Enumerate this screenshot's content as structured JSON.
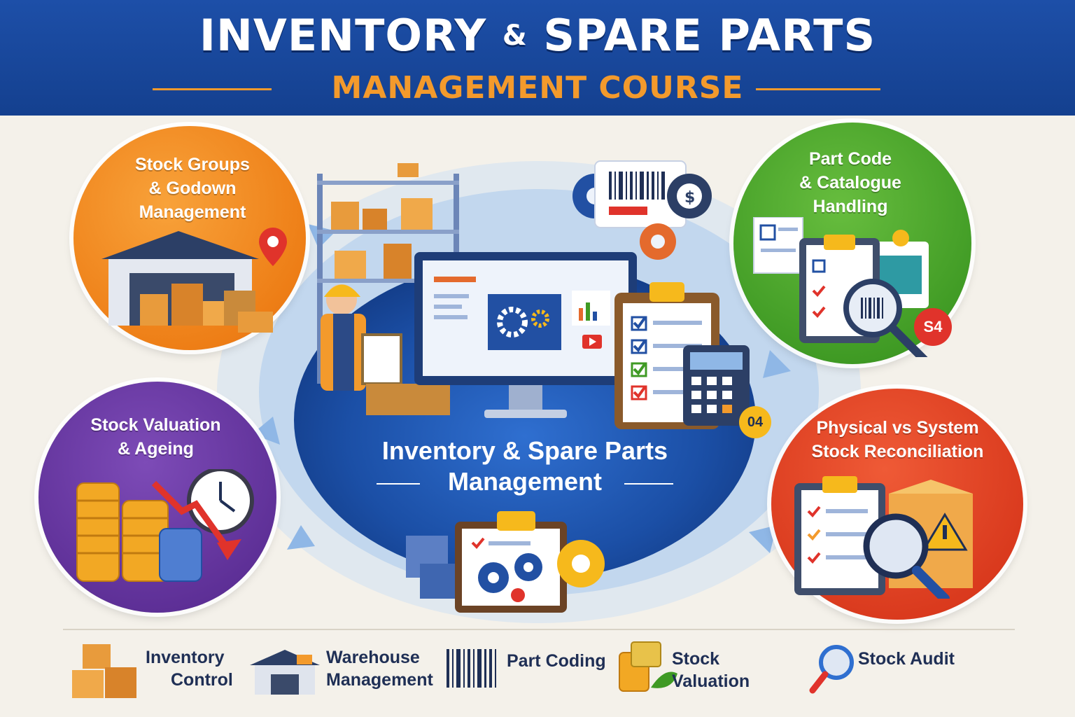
{
  "header": {
    "title_part1": "INVENTORY",
    "title_amp": "&",
    "title_part2": "SPARE PARTS",
    "subtitle": "MANAGEMENT COURSE"
  },
  "center": {
    "line1": "Inventory & Spare Parts",
    "line2": "Management"
  },
  "modules": [
    {
      "line1": "Stock Groups",
      "line2": "& Godown",
      "line3": "Management"
    },
    {
      "line1": "Part Code",
      "line2": "& Catalogue",
      "line3": "Handling"
    },
    {
      "line1": "Stock Valuation",
      "line2": "& Ageing"
    },
    {
      "line1": "Physical vs System",
      "line2": "Stock Reconciliation"
    }
  ],
  "badges": {
    "green_badge": "S4",
    "center_badge": "04"
  },
  "legend": [
    {
      "line1": "Inventory",
      "line2": "Control",
      "icon": "boxes-icon"
    },
    {
      "line1": "Warehouse",
      "line2": "Management",
      "icon": "warehouse-icon"
    },
    {
      "line1": "Part Coding",
      "icon": "barcode-icon"
    },
    {
      "line1": "Stock Valuation",
      "icon": "coins-icon"
    },
    {
      "line1": "Stock Audit",
      "icon": "magnifier-icon"
    }
  ],
  "colors": {
    "header_blue": "#1d4fa8",
    "accent_orange": "#f39a2c",
    "module_orange": "#ee7f17",
    "module_green": "#3f9a24",
    "module_purple": "#5d2f96",
    "module_red": "#d9391d",
    "center_blue": "#1e56b0"
  }
}
